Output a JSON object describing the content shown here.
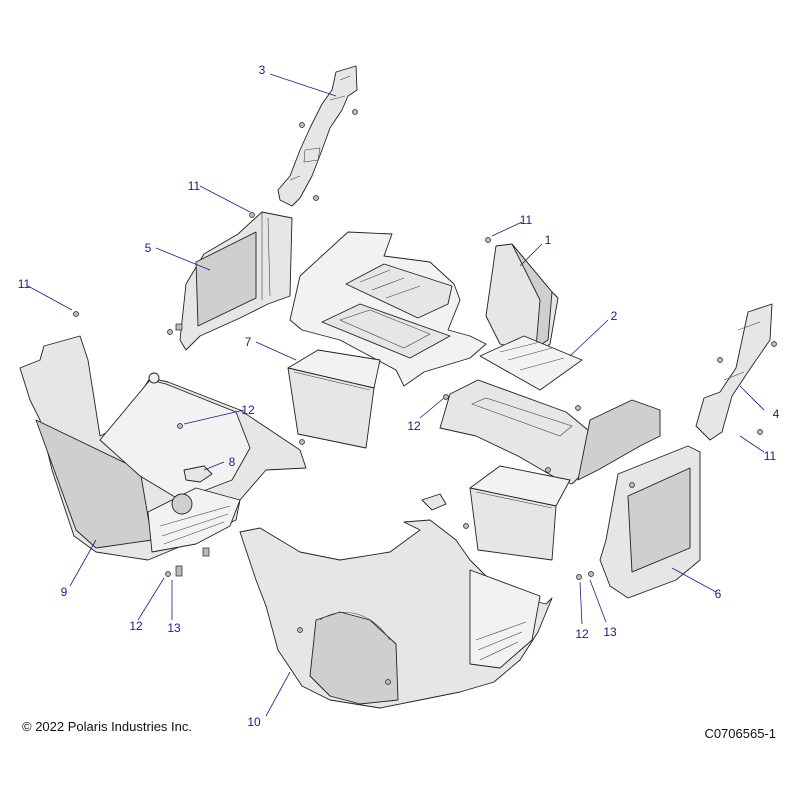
{
  "diagram": {
    "callouts": [
      {
        "id": "c1",
        "label": "1"
      },
      {
        "id": "c2",
        "label": "2"
      },
      {
        "id": "c3",
        "label": "3"
      },
      {
        "id": "c4",
        "label": "4"
      },
      {
        "id": "c5",
        "label": "5"
      },
      {
        "id": "c6",
        "label": "6"
      },
      {
        "id": "c7",
        "label": "7"
      },
      {
        "id": "c8",
        "label": "8"
      },
      {
        "id": "c9",
        "label": "9"
      },
      {
        "id": "c10",
        "label": "10"
      },
      {
        "id": "c11a",
        "label": "11"
      },
      {
        "id": "c11b",
        "label": "11"
      },
      {
        "id": "c11c",
        "label": "11"
      },
      {
        "id": "c11d",
        "label": "11"
      },
      {
        "id": "c12a",
        "label": "12"
      },
      {
        "id": "c12b",
        "label": "12"
      },
      {
        "id": "c12c",
        "label": "12"
      },
      {
        "id": "c12d",
        "label": "12"
      },
      {
        "id": "c13a",
        "label": "13"
      },
      {
        "id": "c13b",
        "label": "13"
      }
    ],
    "copyright": "© 2022 Polaris Industries Inc.",
    "drawing_number": "C0706565-1",
    "callout_color": "#1a1f8c"
  }
}
